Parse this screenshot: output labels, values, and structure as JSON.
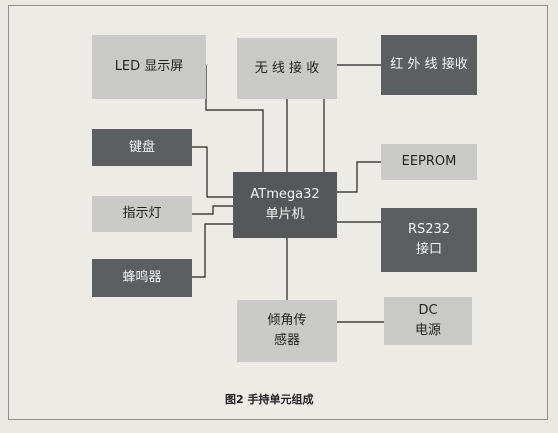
{
  "blocks": {
    "led": "LED 显示屏",
    "wireless": "无 线 接 收",
    "infrared": "红 外 线 接收",
    "keyboard": "键盘",
    "eeprom": "EEPROM",
    "mcu_line1": "ATmega32",
    "mcu_line2": "单片机",
    "indicator": "指示灯",
    "rs232_line1": "RS232",
    "rs232_line2": "接口",
    "buzzer": "蜂鸣器",
    "tilt_line1": "倾角传",
    "tilt_line2": "感器",
    "dc_line1": "DC",
    "dc_line2": "电源"
  },
  "caption": "图2    手持单元组成",
  "colors": {
    "light_block": "#c9cac7",
    "dark_block": "#5c5f61",
    "wire": "#222222"
  }
}
